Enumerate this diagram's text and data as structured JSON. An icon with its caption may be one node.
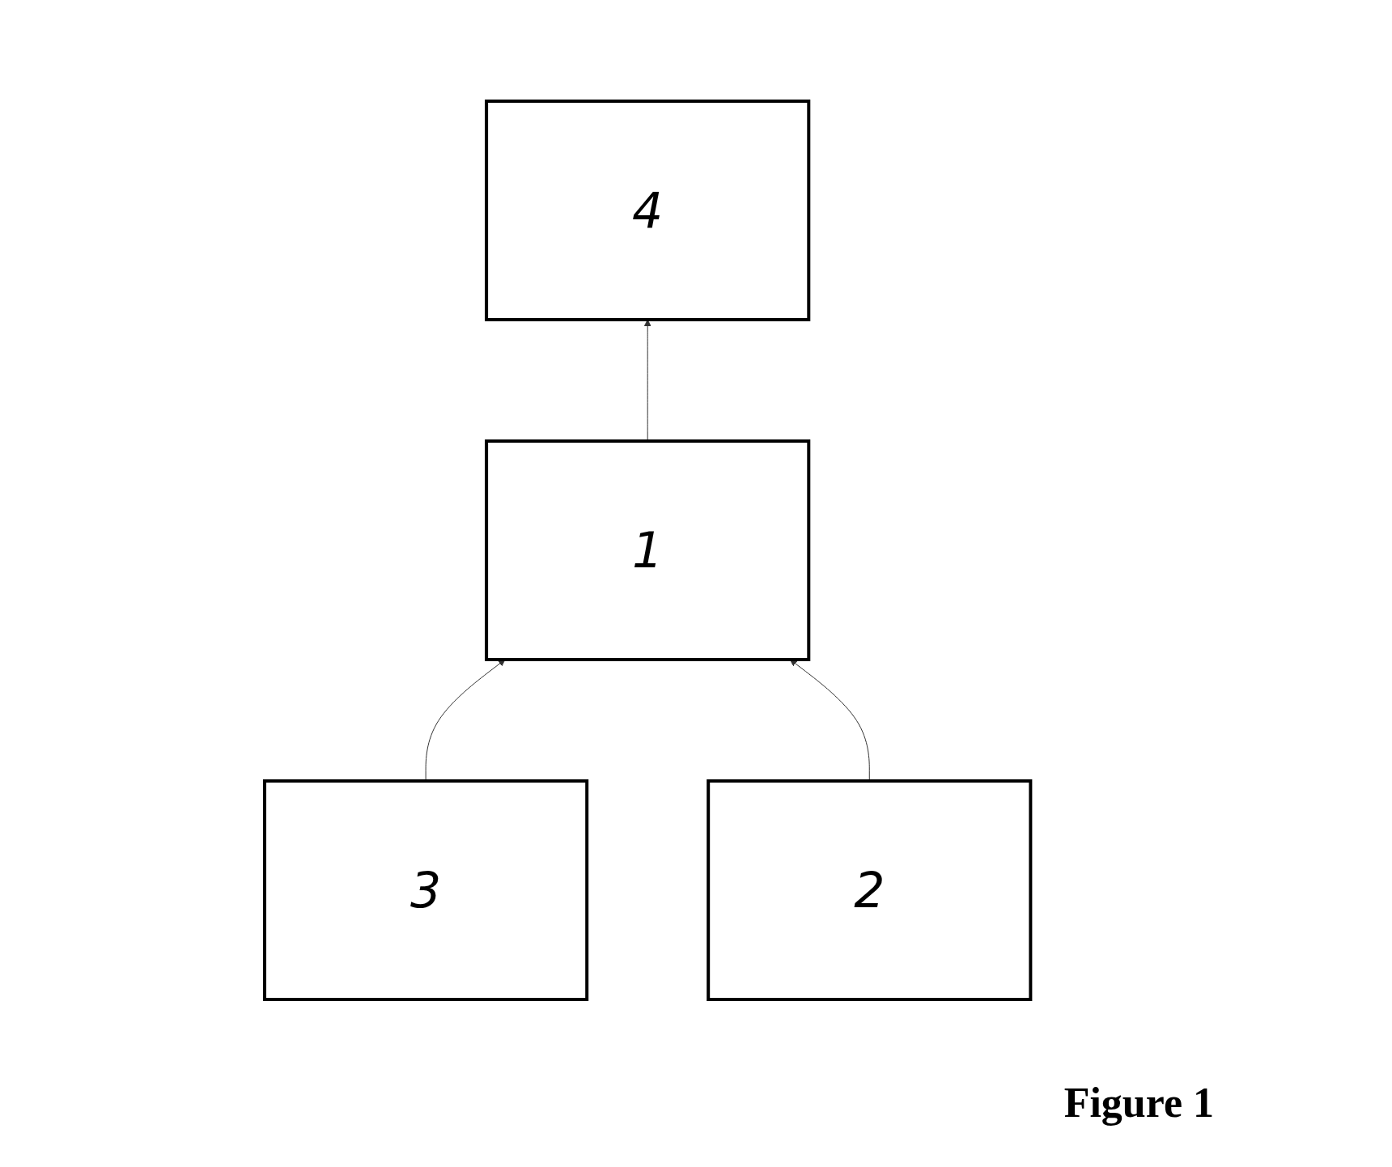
{
  "diagram": {
    "caption": "Figure 1",
    "nodes": [
      {
        "text": [
          "4"
        ]
      },
      {
        "text": [
          "1"
        ]
      },
      {
        "text": [
          "3"
        ]
      },
      {
        "text": [
          "2"
        ]
      }
    ],
    "edges": [
      {
        "from": 1,
        "to": 0,
        "arrow": "to"
      },
      {
        "from": 2,
        "to": 1,
        "arrow": "to"
      },
      {
        "from": 3,
        "to": 1,
        "arrow": "to"
      }
    ]
  }
}
